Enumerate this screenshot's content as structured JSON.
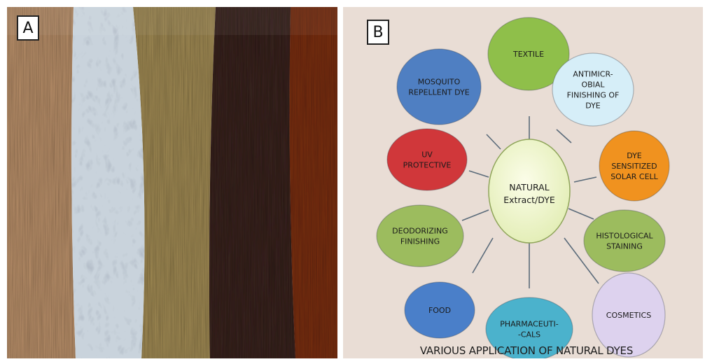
{
  "panel_a": {
    "label": "A",
    "yarn_hanks": [
      {
        "name": "tan-hank",
        "color": "#b9906a"
      },
      {
        "name": "white-hank",
        "color": "#c9d3dc"
      },
      {
        "name": "khaki-hank",
        "color": "#a08a55"
      },
      {
        "name": "dark-brown-hank",
        "color": "#3a2721"
      },
      {
        "name": "rust-hank",
        "color": "#7a3019"
      }
    ]
  },
  "panel_b": {
    "label": "B",
    "center": {
      "line1": "NATURAL",
      "line2": "Extract/DYE"
    },
    "applications": {
      "textile": {
        "lines": [
          "TEXTILE"
        ],
        "color": "#8fbf4a"
      },
      "antimicrobial": {
        "lines": [
          "ANTIMICR-",
          "OBIAL",
          "FINISHING OF",
          "DYE"
        ],
        "color": "#d6eef8"
      },
      "mosquito": {
        "lines": [
          "MOSQUITO",
          "REPELLENT DYE"
        ],
        "color": "#4f7fc2"
      },
      "uv": {
        "lines": [
          "UV",
          "PROTECTIVE"
        ],
        "color": "#d0373a"
      },
      "solar": {
        "lines": [
          "DYE",
          "SENSITIZED",
          "SOLAR CELL"
        ],
        "color": "#f0921f"
      },
      "deodorizing": {
        "lines": [
          "DEODORIZING",
          "FINISHING"
        ],
        "color": "#9cbc5e"
      },
      "histological": {
        "lines": [
          "HISTOLOGICAL",
          "STAINING"
        ],
        "color": "#9cbc5e"
      },
      "food": {
        "lines": [
          "FOOD"
        ],
        "color": "#4a7fc9"
      },
      "pharmaceuticals": {
        "lines": [
          "PHARMACEUTI-",
          "-CALS"
        ],
        "color": "#4bb2cc"
      },
      "cosmetics": {
        "lines": [
          "COSMETICS"
        ],
        "color": "#ddd2ee"
      }
    },
    "caption": "VARIOUS APPLICATION OF NATURAL DYES"
  }
}
